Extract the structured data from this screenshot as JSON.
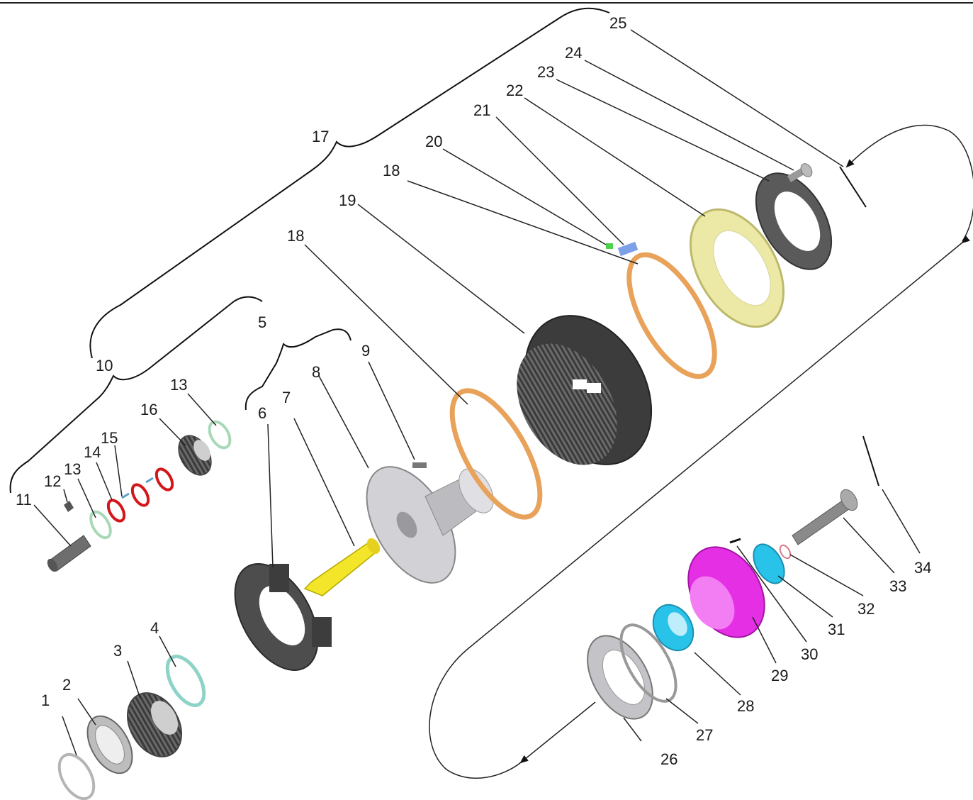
{
  "callouts": [
    "1",
    "2",
    "3",
    "4",
    "5",
    "6",
    "7",
    "8",
    "9",
    "10",
    "11",
    "12",
    "13",
    "13",
    "14",
    "15",
    "16",
    "17",
    "18",
    "18",
    "19",
    "20",
    "21",
    "22",
    "23",
    "24",
    "25",
    "26",
    "27",
    "28",
    "29",
    "30",
    "31",
    "32",
    "33",
    "34"
  ],
  "colors": {
    "ring_gear": "#ece9a6",
    "synchro_ring": "#e8a25a",
    "shaft": "#f2e52a",
    "o_ring": "#d4161b",
    "shim": "#a9d8b8",
    "gear_magenta": "#e52fe5",
    "cyan": "#29c3ea",
    "dark_part": "#555555",
    "steel": "#c4c4c8"
  }
}
